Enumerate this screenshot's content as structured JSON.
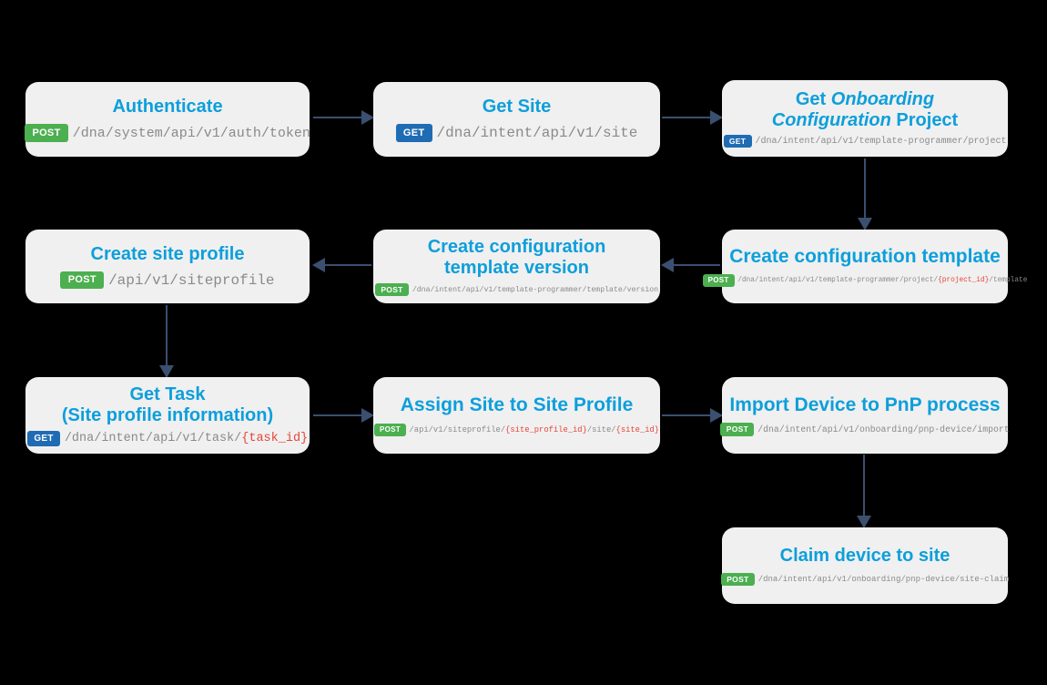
{
  "diagram": {
    "description": "Cisco DNA Center PnP onboarding API call flow",
    "colors": {
      "background": "#000000",
      "box_background": "#F0F0F0",
      "title_blue": "#0D9FDB",
      "get_badge_blue": "#1F6CB4",
      "post_badge_green": "#4CAF50",
      "path_gray": "#8A8A8A",
      "param_red": "#E64537",
      "arrow_navy": "#3B4F70"
    }
  },
  "boxes": [
    {
      "id": "authenticate",
      "title": "Authenticate",
      "method": "POST",
      "path": "/dna/system/api/v1/auth/token"
    },
    {
      "id": "get-site",
      "title": "Get Site",
      "method": "GET",
      "path": "/dna/intent/api/v1/site"
    },
    {
      "id": "get-onboarding-configuration-project",
      "title_pre": "Get ",
      "title_italic_line1": "Onboarding",
      "title_italic_line2": "Configuration",
      "title_post": " Project",
      "method": "GET",
      "path": "/dna/intent/api/v1/template-programmer/project"
    },
    {
      "id": "create-configuration-template",
      "title": "Create configuration template",
      "method": "POST",
      "path_pre": "/dna/intent/api/v1/template-programmer/project/",
      "param": "{project_id}",
      "path_post": "/template"
    },
    {
      "id": "create-configuration-template-version",
      "title_line1": "Create configuration",
      "title_line2": "template version",
      "method": "POST",
      "path": "/dna/intent/api/v1/template-programmer/template/version"
    },
    {
      "id": "create-site-profile",
      "title": "Create site profile",
      "method": "POST",
      "path": "/api/v1/siteprofile"
    },
    {
      "id": "get-task",
      "title_line1": "Get Task",
      "title_line2": "(Site profile information)",
      "method": "GET",
      "path_pre": "/dna/intent/api/v1/task/",
      "param": "{task_id}"
    },
    {
      "id": "assign-site-to-site-profile",
      "title": "Assign Site to Site Profile",
      "method": "POST",
      "path_pre": "/api/v1/siteprofile/",
      "param1": "{site_profile_id}",
      "path_mid": "/site/",
      "param2": "{site_id}"
    },
    {
      "id": "import-device-to-pnp",
      "title": "Import Device to PnP process",
      "method": "POST",
      "path": "/dna/intent/api/v1/onboarding/pnp-device/import"
    },
    {
      "id": "claim-device-to-site",
      "title": "Claim device to site",
      "method": "POST",
      "path": "/dna/intent/api/v1/onboarding/pnp-device/site-claim"
    }
  ],
  "connections": [
    {
      "from": "authenticate",
      "to": "get-site"
    },
    {
      "from": "get-site",
      "to": "get-onboarding-configuration-project"
    },
    {
      "from": "get-onboarding-configuration-project",
      "to": "create-configuration-template"
    },
    {
      "from": "create-configuration-template",
      "to": "create-configuration-template-version"
    },
    {
      "from": "create-configuration-template-version",
      "to": "create-site-profile"
    },
    {
      "from": "create-site-profile",
      "to": "get-task"
    },
    {
      "from": "get-task",
      "to": "assign-site-to-site-profile"
    },
    {
      "from": "assign-site-to-site-profile",
      "to": "import-device-to-pnp"
    },
    {
      "from": "import-device-to-pnp",
      "to": "claim-device-to-site"
    }
  ]
}
